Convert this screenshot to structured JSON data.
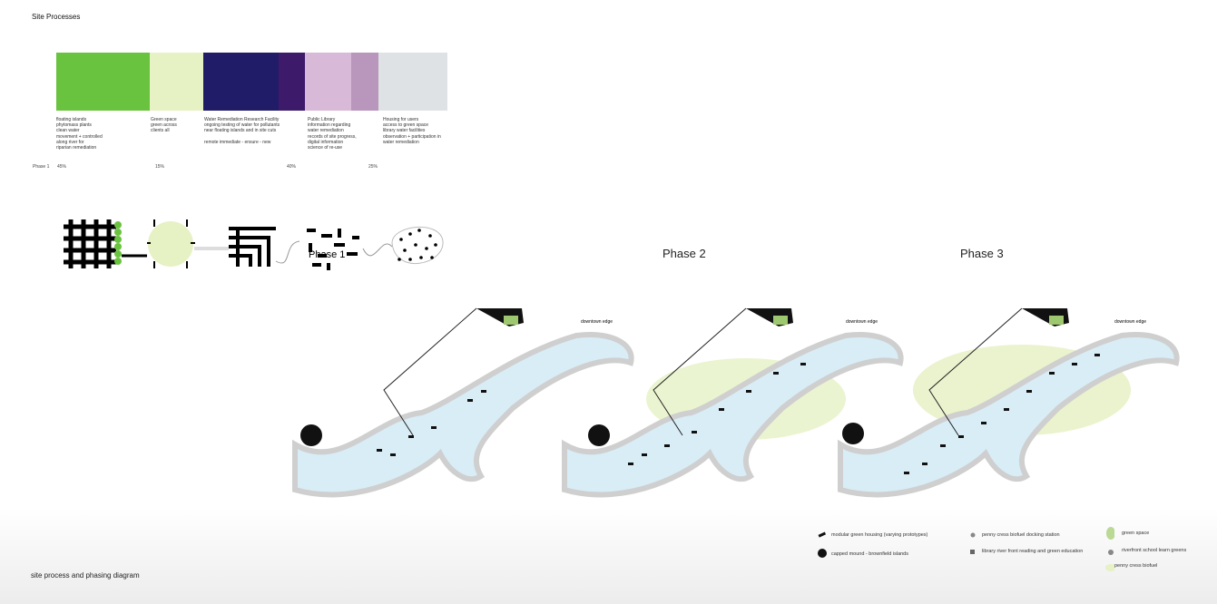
{
  "title": "Site Processes",
  "colors": {
    "green": "#6ac33f",
    "light_green": "#e6f1c4",
    "navy": "#211c68",
    "purple": "#3e1a6a",
    "lilac": "#d8b9d8",
    "mauve": "#b996bb",
    "grey": "#dfe2e4",
    "water": "#d9edf6"
  },
  "columns": [
    {
      "text": "floating islands\nphytomass plants\nclean water\nmovement + controlled\nalong river for\nriparian remediation"
    },
    {
      "text": "Green space\ngreen across\nclients all"
    },
    {
      "text": "Water Remediation Research Facility\nongoing testing of water for pollutants\nnear floating islands and in site cuts\n\nremote immediate - ensure - new"
    },
    {
      "text": "Public Library\ninformation regarding\nwater remediation\nrecords of site progress,\ndigital information\nscience of re-use"
    },
    {
      "text": "Housing for users\naccess to green space\nlibrary water facilities\nobservation + participation in\nwater remediation"
    }
  ],
  "percent_label": "Phase 1",
  "percentages": [
    "45%",
    "15%",
    "40%",
    "25%"
  ],
  "phases": {
    "p1": "Phase 1",
    "p2": "Phase 2",
    "p3": "Phase 3"
  },
  "map_labels": {
    "downtown_edge": "downtown edge"
  },
  "legend": {
    "housing": "modular green housing (varying prototypes)",
    "mound": "capped mound - brownfield islands",
    "docking": "penny cress biofuel docking station",
    "library": "library river front reading and green education",
    "green_space": "green space",
    "school": "riverfront school learn greens",
    "biofuel": "penny cress biofuel"
  },
  "caption": "site process and phasing diagram"
}
